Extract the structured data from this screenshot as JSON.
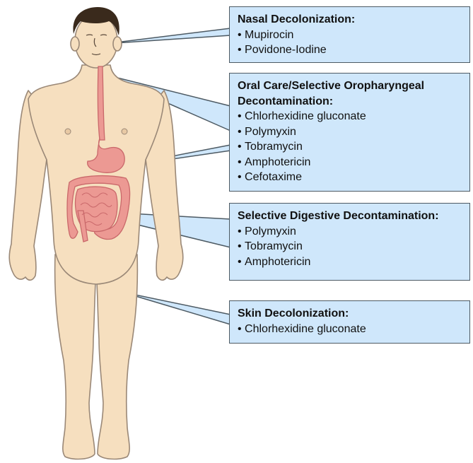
{
  "callouts": [
    {
      "id": "nasal",
      "title": "Nasal Decolonization:",
      "items": [
        "Mupirocin",
        "Povidone-Iodine"
      ]
    },
    {
      "id": "oral",
      "title": "Oral Care/Selective Oropharyngeal Decontamination:",
      "items": [
        "Chlorhexidine gluconate",
        "Polymyxin",
        "Tobramycin",
        "Amphotericin",
        "Cefotaxime"
      ]
    },
    {
      "id": "sdd",
      "title": "Selective Digestive Decontamination:",
      "items": [
        "Polymyxin",
        "Tobramycin",
        "Amphotericin"
      ]
    },
    {
      "id": "skin",
      "title": "Skin Decolonization:",
      "items": [
        "Chlorhexidine gluconate"
      ]
    }
  ],
  "colors": {
    "skin": "#f6dfbf",
    "skin_outline": "#9a8877",
    "hair": "#3a2a1c",
    "organ": "#ec9993",
    "organ_dark": "#c9686a",
    "callout_fill": "#cfe7fb",
    "callout_border": "#4d5a63"
  },
  "icons": [
    "human-body-figure",
    "digestive-tract"
  ]
}
